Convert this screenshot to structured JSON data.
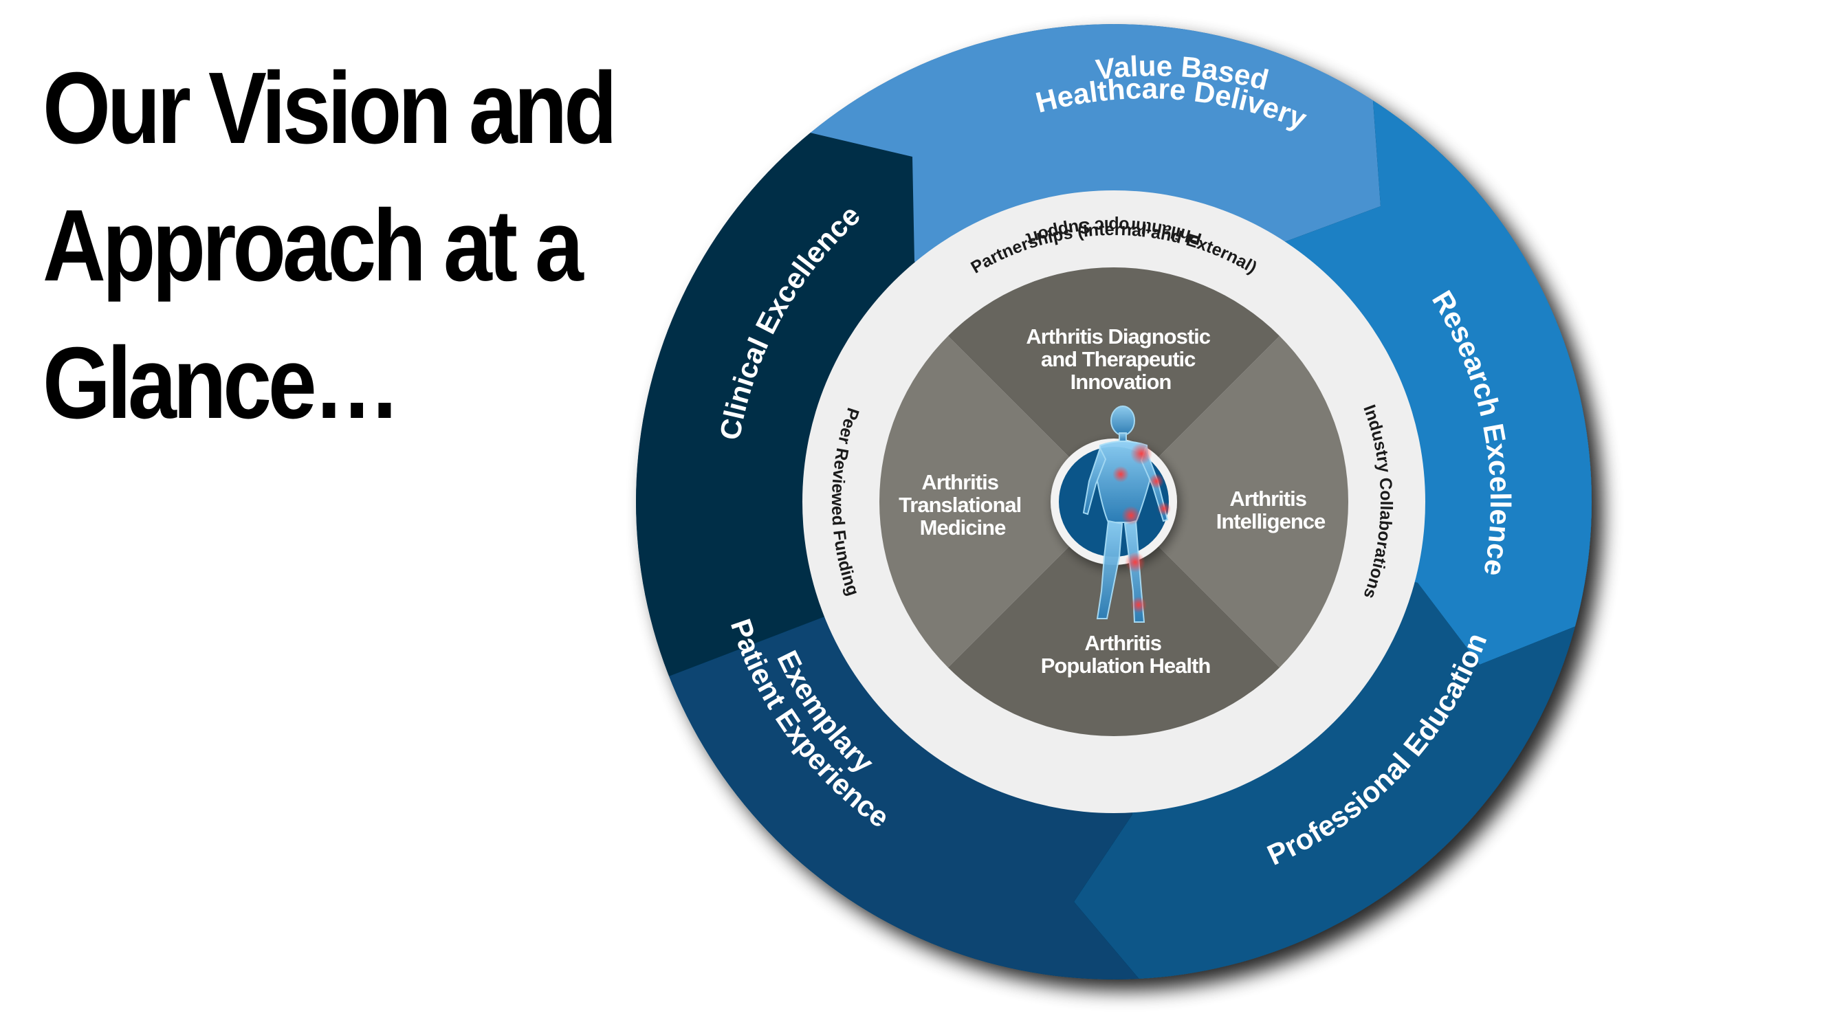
{
  "title": {
    "lines": [
      "Our Vision and",
      "Approach at a",
      "Glance…"
    ]
  },
  "outer_segments": [
    {
      "id": "value-based-healthcare-delivery",
      "lines": [
        "Value Based",
        "Healthcare Delivery"
      ],
      "color": "#4a92d0"
    },
    {
      "id": "research-excellence",
      "lines": [
        "Research Excellence"
      ],
      "color": "#1a80c4"
    },
    {
      "id": "professional-education",
      "lines": [
        "Professional Education"
      ],
      "color": "#0a5688"
    },
    {
      "id": "exemplary-patient-experience",
      "lines": [
        "Exemplary",
        "Patient Experience"
      ],
      "color": "#074472"
    },
    {
      "id": "clinical-excellence",
      "lines": [
        "Clinical Excellence"
      ],
      "color": "#062e47"
    }
  ],
  "support_ring": {
    "color": "#efefef",
    "labels": {
      "top": "Partnerships (Internal and External)",
      "right": "Industry Collaborations",
      "bottom": "Philanthropic Support",
      "left": "Peer Reviewed Funding"
    }
  },
  "core_quadrants": [
    {
      "id": "top",
      "lines": [
        "Arthritis Diagnostic",
        "and Therapeutic",
        "Innovation"
      ],
      "color": "#67655e"
    },
    {
      "id": "right",
      "lines": [
        "Arthritis",
        "Intelligence"
      ],
      "color": "#7d7b74"
    },
    {
      "id": "bottom",
      "lines": [
        "Arthritis",
        "Population Health"
      ],
      "color": "#67655e"
    },
    {
      "id": "left",
      "lines": [
        "Arthritis",
        "Translational",
        "Medicine"
      ],
      "color": "#7d7b74"
    }
  ],
  "center_emblem": {
    "icon": "human-skeleton-joints-icon",
    "circle_color": "#0b5589",
    "ring_color": "#f2f2f2",
    "highlight_color": "#e8262a"
  }
}
